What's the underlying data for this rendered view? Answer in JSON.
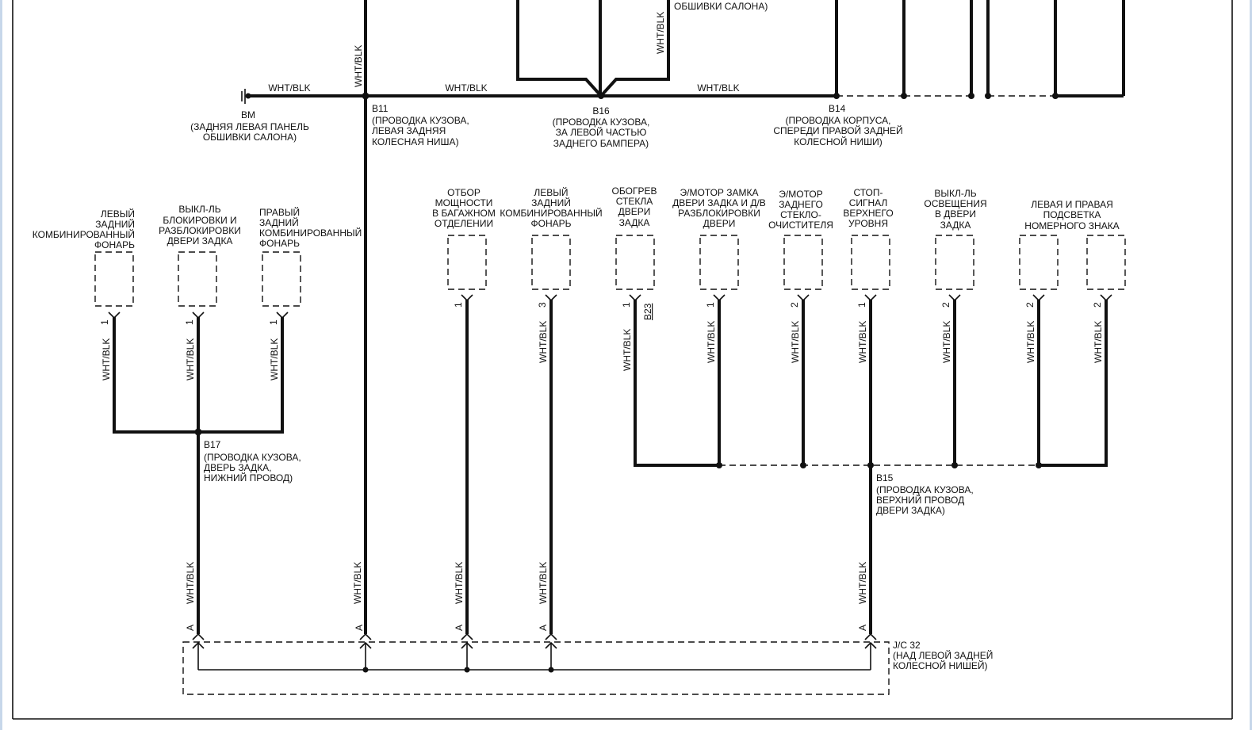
{
  "wire_color": "WHT/BLK",
  "ground": {
    "code": "BM",
    "desc": [
      "(ЗАДНЯЯ ЛЕВАЯ ПАНЕЛЬ",
      "ОБШИВКИ САЛОНА)"
    ]
  },
  "top_cut_label": "ОБШИВКИ САЛОНА)",
  "splices": {
    "b11": {
      "code": "B11",
      "desc": [
        "(ПРОВОДКА КУЗОВА,",
        "ЛЕВАЯ ЗАДНЯЯ",
        "КОЛЕСНАЯ НИША)"
      ]
    },
    "b16": {
      "code": "B16",
      "desc": [
        "(ПРОВОДКА КУЗОВА,",
        "ЗА ЛЕВОЙ ЧАСТЬЮ",
        "ЗАДНЕГО БАМПЕРА)"
      ]
    },
    "b14": {
      "code": "B14",
      "desc": [
        "(ПРОВОДКА КОРПУСА,",
        "СПЕРЕДИ ПРАВОЙ ЗАДНЕЙ",
        "КОЛЕСНОЙ НИШИ)"
      ]
    },
    "b17": {
      "code": "B17",
      "desc": [
        "(ПРОВОДКА КУЗОВА,",
        "ДВЕРЬ ЗАДКА,",
        "НИЖНИЙ ПРОВОД)"
      ]
    },
    "b15": {
      "code": "B15",
      "desc": [
        "(ПРОВОДКА КУЗОВА,",
        "ВЕРХНИЙ ПРОВОД",
        "ДВЕРИ ЗАДКА)"
      ]
    }
  },
  "junction_connector": {
    "code": "J/C 32",
    "desc": [
      "(НАД ЛЕВОЙ ЗАДНЕЙ",
      "КОЛЕСНОЙ НИШЕЙ)"
    ],
    "pin": "A"
  },
  "components_left": [
    {
      "name": [
        "ЛЕВЫЙ",
        "ЗАДНИЙ",
        "КОМБИНИРОВАННЫЙ",
        "ФОНАРЬ"
      ],
      "pin": "1"
    },
    {
      "name": [
        "ВЫКЛ-ЛЬ",
        "БЛОКИРОВКИ И",
        "РАЗБЛОКИРОВКИ",
        "ДВЕРИ ЗАДКА"
      ],
      "pin": "1"
    },
    {
      "name": [
        "ПРАВЫЙ",
        "ЗАДНИЙ",
        "КОМБИНИРОВАННЫЙ",
        "ФОНАРЬ"
      ],
      "pin": "1"
    }
  ],
  "components_right": [
    {
      "name": [
        "ОТБОР",
        "МОЩНОСТИ",
        "В БАГАЖНОМ",
        "ОТДЕЛЕНИИ"
      ],
      "pin": "1"
    },
    {
      "name": [
        "ЛЕВЫЙ",
        "ЗАДНИЙ",
        "КОМБИНИРОВАННЫЙ",
        "ФОНАРЬ"
      ],
      "pin": "3"
    },
    {
      "name": [
        "ОБОГРЕВ",
        "СТЕКЛА",
        "ДВЕРИ",
        "ЗАДКА"
      ],
      "pin": "1",
      "ref": "B23"
    },
    {
      "name": [
        "Э/МОТОР ЗАМКА",
        "ДВЕРИ ЗАДКА И Д/В",
        "РАЗБЛОКИРОВКИ",
        "ДВЕРИ"
      ],
      "pin": "1"
    },
    {
      "name": [
        "Э/МОТОР",
        "ЗАДНЕГО",
        "СТЕКЛО-",
        "ОЧИСТИТЕЛЯ"
      ],
      "pin": "2"
    },
    {
      "name": [
        "СТОП-",
        "СИГНАЛ",
        "ВЕРХНЕГО",
        "УРОВНЯ"
      ],
      "pin": "1"
    },
    {
      "name": [
        "ВЫКЛ-ЛЬ",
        "ОСВЕЩЕНИЯ",
        "В ДВЕРИ",
        "ЗАДКА"
      ],
      "pin": "2"
    },
    {
      "name": [
        "ЛЕВАЯ И ПРАВАЯ",
        "ПОДСВЕТКА",
        "НОМЕРНОГО ЗНАКА"
      ],
      "pin": "2"
    },
    {
      "name": [],
      "pin": "2"
    }
  ]
}
